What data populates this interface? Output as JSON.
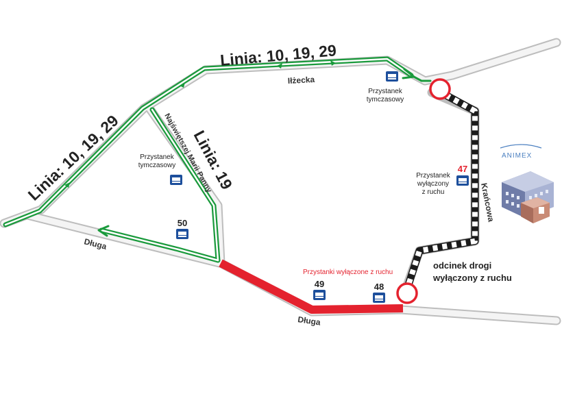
{
  "routes": {
    "main_label_top": "Linia: 10, 19, 29",
    "main_label_left": "Linia: 10, 19, 29",
    "route19_label": "Linia: 19"
  },
  "streets": {
    "itzecka": "Iłżecka",
    "najswietszej": "Najświętszej Marii Panny",
    "dluga_left": "Długa",
    "dluga_bottom": "Długa",
    "krancowa": "Krańcowa"
  },
  "stops": {
    "temp_top_line1": "Przystanek",
    "temp_top_line2": "tymczasowy",
    "temp_left_line1": "Przystanek",
    "temp_left_line2": "tymczasowy",
    "disabled_line1": "Przystanek",
    "disabled_line2": "wyłączony",
    "disabled_line3": "z ruchu",
    "stop_47": "47",
    "stop_50": "50",
    "stop_49": "49",
    "stop_48": "48",
    "disabled_group_label": "Przystanki wyłączone z ruchu"
  },
  "closed_section": {
    "line1": "odcinek drogi",
    "line2": "wyłączony z ruchu"
  },
  "logo": {
    "text": "ANIMEX"
  },
  "colors": {
    "route_green": "#1a9a3c",
    "closed_red": "#e4222e",
    "road_grey": "#cfcfcf",
    "stop_blue": "#1d4f9c"
  },
  "icons": {
    "bus_stop": "bus-stop-icon",
    "no_entry": "no-entry-sign-icon",
    "building": "building-icon"
  }
}
